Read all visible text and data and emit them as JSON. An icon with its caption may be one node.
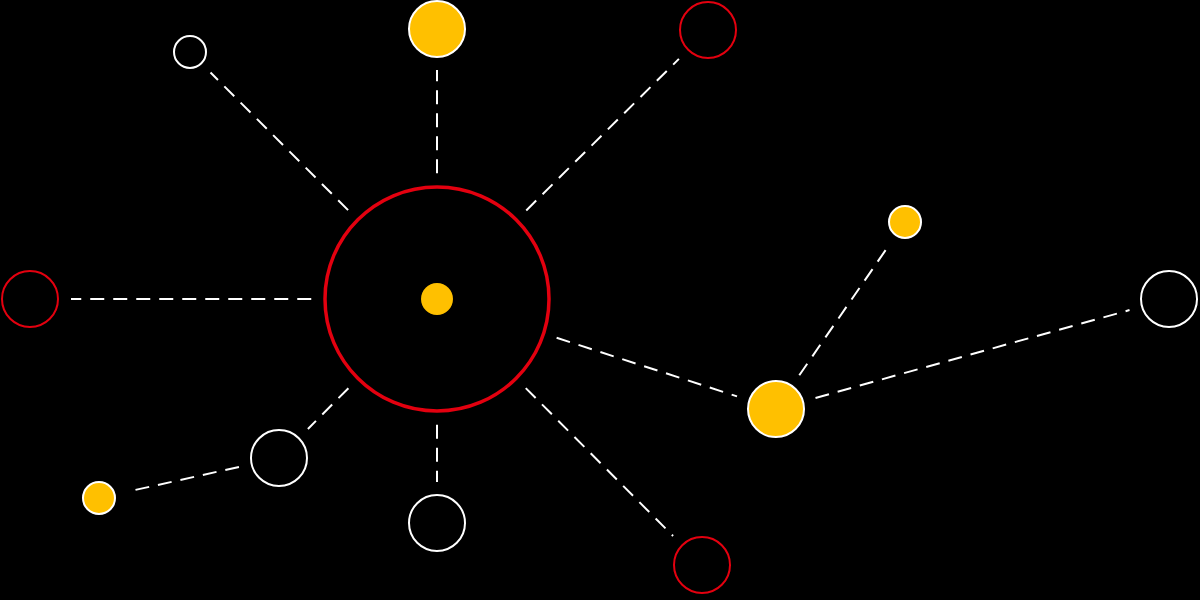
{
  "diagram": {
    "nodes": [
      {
        "text": [],
        "shape": "circle"
      },
      {
        "text": [],
        "shape": "circle",
        "in": 0
      },
      {
        "text": [],
        "shape": "circle"
      },
      {
        "text": [],
        "shape": "circle"
      },
      {
        "text": [],
        "shape": "circle"
      },
      {
        "text": [],
        "shape": "circle"
      },
      {
        "text": [],
        "shape": "circle"
      },
      {
        "text": [],
        "shape": "circle"
      },
      {
        "text": [],
        "shape": "circle"
      },
      {
        "text": [],
        "shape": "circle"
      },
      {
        "text": [],
        "shape": "circle"
      },
      {
        "text": [],
        "shape": "circle"
      },
      {
        "text": [],
        "shape": "circle"
      }
    ],
    "edges": [
      {
        "from": 0,
        "to": 2,
        "arrow": "none",
        "style": "dashed"
      },
      {
        "from": 0,
        "to": 3,
        "arrow": "none",
        "style": "dashed"
      },
      {
        "from": 0,
        "to": 4,
        "arrow": "none",
        "style": "dashed"
      },
      {
        "from": 0,
        "to": 6,
        "arrow": "none",
        "style": "dashed"
      },
      {
        "from": 0,
        "to": 8,
        "arrow": "none",
        "style": "dashed"
      },
      {
        "from": 0,
        "to": 9,
        "arrow": "none",
        "style": "dashed"
      },
      {
        "from": 0,
        "to": 11,
        "arrow": "none",
        "style": "dashed"
      },
      {
        "from": 0,
        "to": 12,
        "arrow": "none",
        "style": "dashed"
      },
      {
        "from": 8,
        "to": 5,
        "arrow": "none",
        "style": "dashed"
      },
      {
        "from": 8,
        "to": 7,
        "arrow": "none",
        "style": "dashed"
      },
      {
        "from": 9,
        "to": 10,
        "arrow": "none",
        "style": "dashed"
      }
    ]
  }
}
